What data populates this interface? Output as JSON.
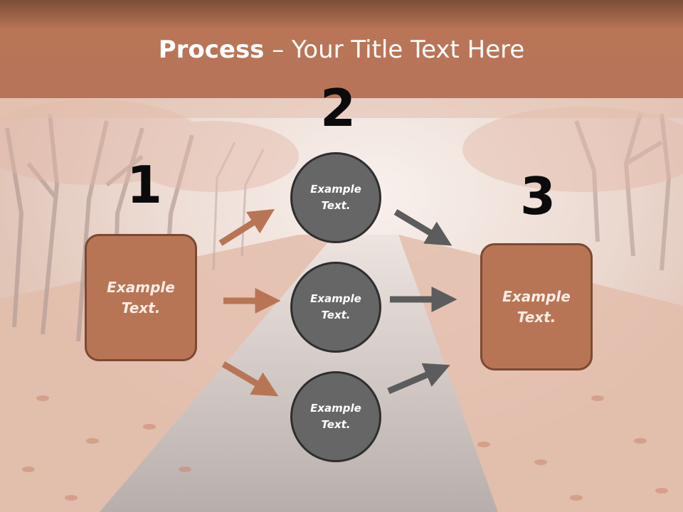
{
  "title": {
    "bold": "Process",
    "rest": " – Your Title Text Here"
  },
  "steps": {
    "n1": "1",
    "n2": "2",
    "n3": "3"
  },
  "box_left": {
    "text": "Example Text."
  },
  "box_right": {
    "text": "Example Text."
  },
  "circles": [
    {
      "text": "Example Text."
    },
    {
      "text": "Example Text."
    },
    {
      "text": "Example Text."
    }
  ],
  "colors": {
    "header": "#b8745a",
    "box_fill": "#b87555",
    "box_border": "#7a4a33",
    "circle_fill": "#666666",
    "circle_border": "#2e2e2e",
    "arrow_left": "#b87555",
    "arrow_right": "#5c5c5c"
  }
}
